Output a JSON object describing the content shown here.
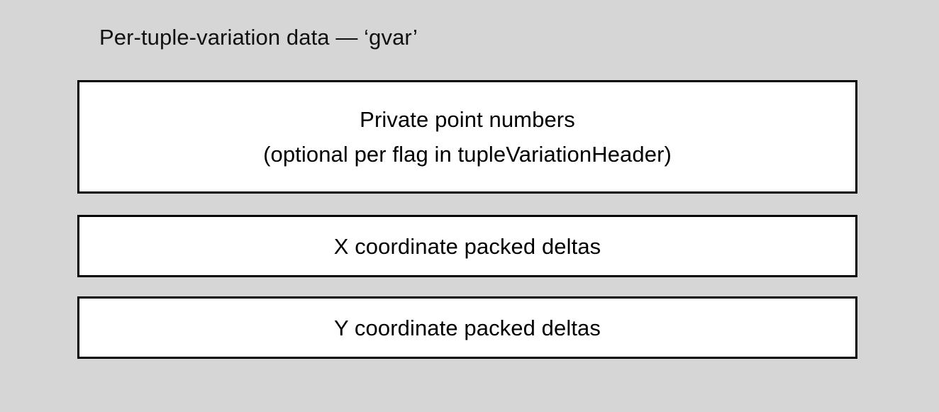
{
  "diagram": {
    "title": "Per-tuple-variation data — ‘gvar’",
    "background_color": "#d6d6d6",
    "box_fill_color": "#ffffff",
    "box_border_color": "#000000",
    "text_color": "#000000",
    "boxes": [
      {
        "name": "private-point-numbers",
        "line1": "Private point numbers",
        "line2": "(optional per flag in tupleVariationHeader)"
      },
      {
        "name": "x-coordinate-packed-deltas",
        "line1": "X coordinate packed deltas"
      },
      {
        "name": "y-coordinate-packed-deltas",
        "line1": "Y coordinate packed deltas"
      }
    ]
  }
}
